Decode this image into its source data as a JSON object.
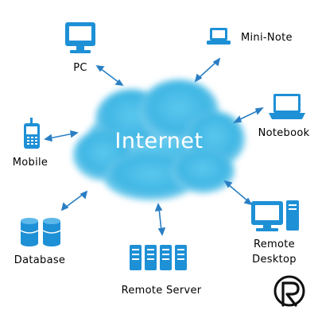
{
  "center": {
    "label": "Internet"
  },
  "nodes": [
    {
      "id": "pc",
      "label": "PC",
      "icon": "monitor-icon"
    },
    {
      "id": "mini-note",
      "label": "Mini-Note",
      "icon": "mini-laptop-icon"
    },
    {
      "id": "notebook",
      "label": "Notebook",
      "icon": "laptop-icon"
    },
    {
      "id": "mobile",
      "label": "Mobile",
      "icon": "mobile-phone-icon"
    },
    {
      "id": "database",
      "label": "Database",
      "icon": "database-icon"
    },
    {
      "id": "remote-server",
      "label": "Remote Server",
      "icon": "server-rack-icon"
    },
    {
      "id": "remote-desktop",
      "label": "Remote",
      "label2": "Desktop",
      "icon": "desktop-computer-icon"
    }
  ],
  "colors": {
    "icon": "#1e90d6",
    "cloud": "#4fc3ea",
    "cloud_light": "#a9e3f6",
    "arrow": "#2a7fc4",
    "text": "#1a1a1a"
  },
  "logo": {
    "icon": "r-logo-icon"
  }
}
